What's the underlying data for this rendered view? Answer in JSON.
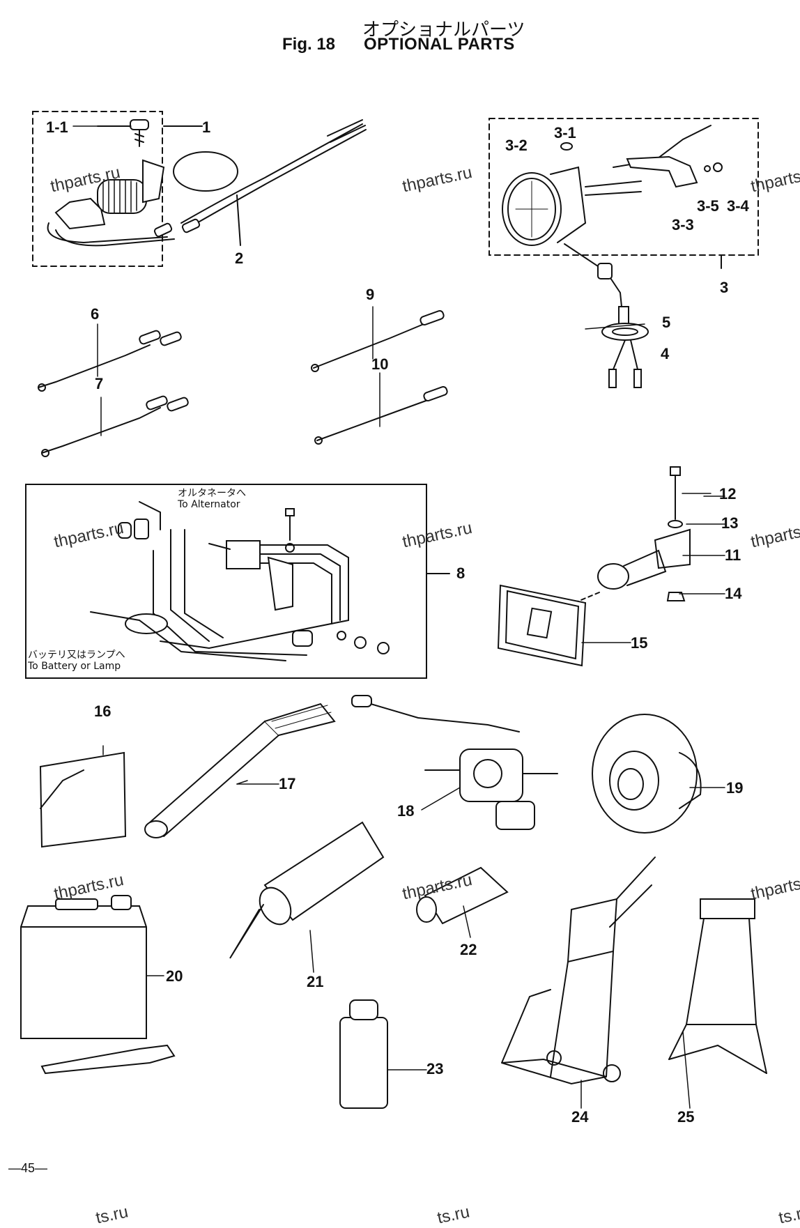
{
  "header": {
    "title_jp": "オプショナルパーツ",
    "fig": "Fig. 18",
    "title": "OPTIONAL PARTS"
  },
  "labels": {
    "p1": "1",
    "p1_1": "1-1",
    "p2": "2",
    "p3": "3",
    "p3_1": "3-1",
    "p3_2": "3-2",
    "p3_3": "3-3",
    "p3_4": "3-4",
    "p3_5": "3-5",
    "p4": "4",
    "p5": "5",
    "p6": "6",
    "p7": "7",
    "p8": "8",
    "p9": "9",
    "p10": "10",
    "p11": "11",
    "p12": "12",
    "p13": "13",
    "p14": "14",
    "p15": "15",
    "p16": "16",
    "p17": "17",
    "p18": "18",
    "p19": "19",
    "p20": "20",
    "p21": "21",
    "p22": "22",
    "p23": "23",
    "p24": "24",
    "p25": "25"
  },
  "notes": {
    "alternator_jp": "オルタネータへ",
    "alternator_en": "To Alternator",
    "battery_jp": "バッテリ又はランプへ",
    "battery_en": "To Battery or Lamp"
  },
  "watermark": "thparts.ru",
  "watermark_partial": "ts.ru",
  "page_number": "—45—"
}
